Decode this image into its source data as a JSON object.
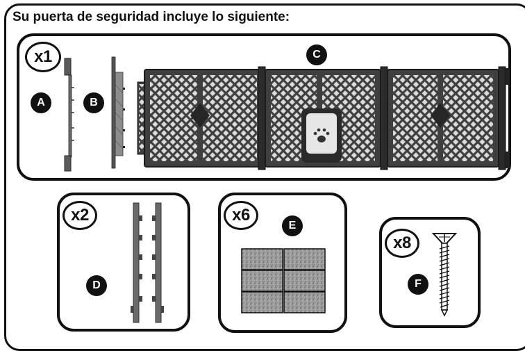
{
  "title": "Su puerta de seguridad incluye lo siguiente:",
  "groups": {
    "top": {
      "qty": "x1"
    },
    "d": {
      "qty": "x2"
    },
    "e": {
      "qty": "x6"
    },
    "f": {
      "qty": "x8"
    }
  },
  "labels": {
    "a": "A",
    "b": "B",
    "c": "C",
    "d": "D",
    "e": "E",
    "f": "F"
  },
  "colors": {
    "outline": "#111111",
    "gate": "#3f3f3f",
    "gate_dark": "#262626",
    "rail": "#6a6a6a",
    "pad": "#8c8c8c",
    "door": "#e6e6e6"
  },
  "icons": {
    "door": "paw-icon"
  }
}
